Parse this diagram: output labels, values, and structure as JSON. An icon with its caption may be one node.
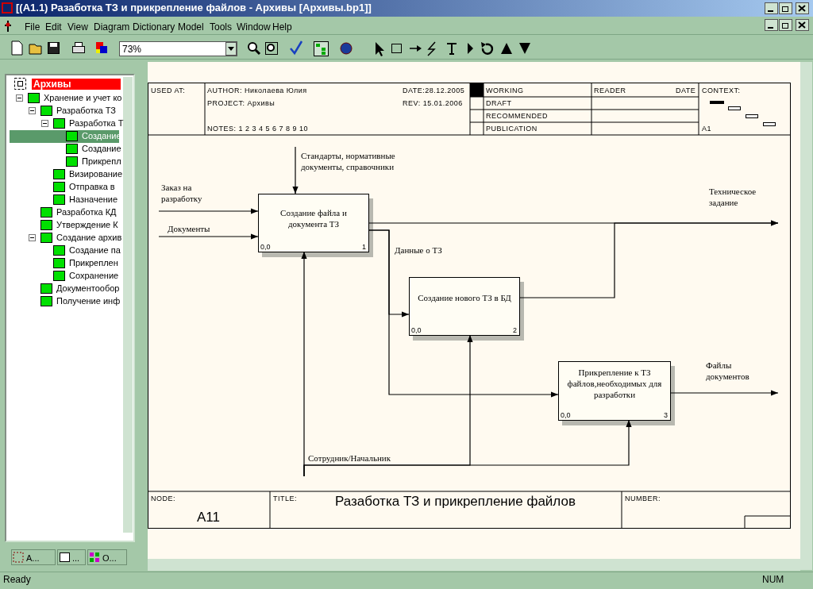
{
  "diagram": {
    "title": "Разаботка ТЗ и прикрепление файлов",
    "nodes": [
      {
        "text": [
          "Создание файла и документа ТЗ",
          "0,0",
          "1"
        ]
      },
      {
        "text": [
          "Создание нового ТЗ в БД",
          "0,0",
          "2"
        ]
      },
      {
        "text": [
          "Прикрепление к ТЗ файлов,необходимых для разработки",
          "0,0",
          "3"
        ]
      }
    ],
    "edges": [
      {
        "from": null,
        "to": 0,
        "arrow": "to",
        "label": "Заказ на разработку"
      },
      {
        "from": null,
        "to": 0,
        "arrow": "to",
        "label": "Документы"
      },
      {
        "from": null,
        "to": 0,
        "arrow": "to",
        "label": "Стандарты, нормативные документы, справочники"
      },
      {
        "from": 0,
        "to": null,
        "arrow": "to",
        "label": "Техническое задание"
      },
      {
        "from": 1,
        "to": null,
        "arrow": "to"
      },
      {
        "from": 0,
        "to": 1,
        "arrow": "to",
        "label": "Данные о ТЗ"
      },
      {
        "from": 0,
        "to": 2,
        "arrow": "to"
      },
      {
        "from": null,
        "to": 0,
        "arrow": "to",
        "label": "Сотрудник/Начальник"
      },
      {
        "from": null,
        "to": 1,
        "arrow": "to"
      },
      {
        "from": null,
        "to": 2,
        "arrow": "to"
      },
      {
        "from": 2,
        "to": null,
        "arrow": "to",
        "label": "Файлы документов"
      }
    ],
    "labels": [
      "[(A1.1) Разаботка ТЗ и прикрепление файлов - Архивы  [Архивы.bp1]]",
      "File",
      "Edit",
      "View",
      "Diagram",
      "Dictionary",
      "Model",
      "Tools",
      "Window",
      "Help",
      "73%",
      "Архивы",
      "Хранение и учет ко",
      "Разработка ТЗ",
      "Разработка Т",
      "Создание",
      "Создание",
      "Прикрепл",
      "Визирование",
      "Отправка в",
      "Назначение",
      "Разработка КД",
      "Утверждение К",
      "Создание архив",
      "Создание па",
      "Прикреплен",
      "Сохранение",
      "Документообор",
      "Получение инф",
      "A...",
      "...",
      "O...",
      "USED AT:",
      "AUTHOR:  Николаева Юлия",
      "DATE:28.12.2005",
      "WORKING",
      "READER",
      "DATE",
      "CONTEXT:",
      "PROJECT:  Архивы",
      "REV:  15.01.2006",
      "DRAFT",
      "RECOMMENDED",
      "NOTES:  1 2 3 4 5 6 7 8 9 10",
      "PUBLICATION",
      "A1",
      "NODE:",
      "A11",
      "TITLE:",
      "NUMBER:",
      "Ready",
      "NUM"
    ]
  }
}
